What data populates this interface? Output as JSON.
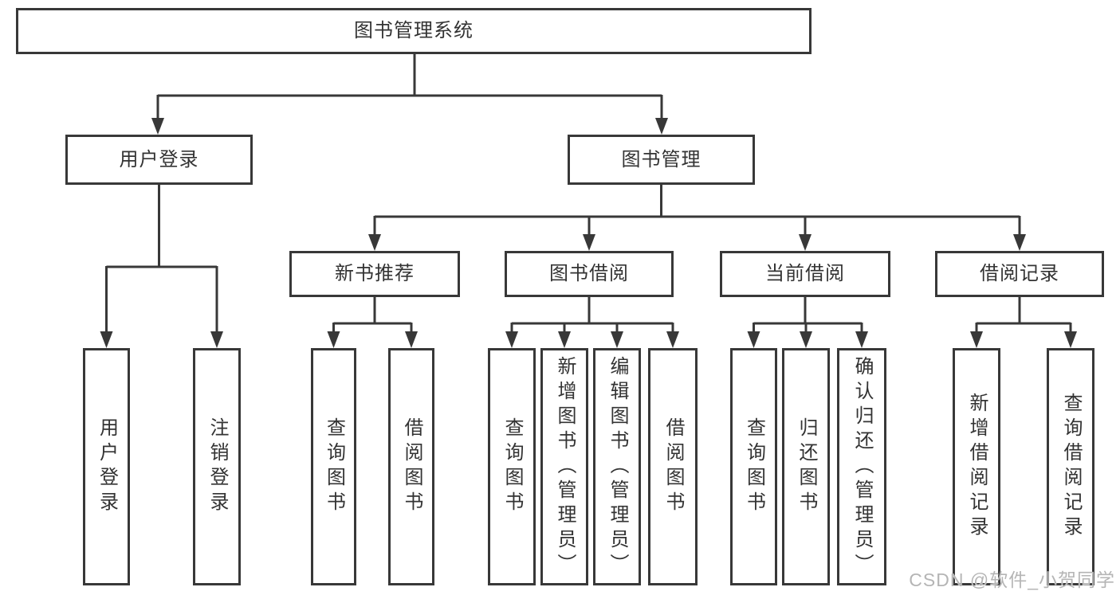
{
  "tree": {
    "label": "图书管理系统",
    "children": [
      {
        "label": "用户登录",
        "children": [
          {
            "label": "用户登录"
          },
          {
            "label": "注销登录"
          }
        ]
      },
      {
        "label": "图书管理",
        "children": [
          {
            "label": "新书推荐",
            "children": [
              {
                "label": "查询图书"
              },
              {
                "label": "借阅图书"
              }
            ]
          },
          {
            "label": "图书借阅",
            "children": [
              {
                "label": "查询图书"
              },
              {
                "label": "新增图书（管理员）"
              },
              {
                "label": "编辑图书（管理员）"
              },
              {
                "label": "借阅图书"
              }
            ]
          },
          {
            "label": "当前借阅",
            "children": [
              {
                "label": "查询图书"
              },
              {
                "label": "归还图书"
              },
              {
                "label": "确认归还（管理员）"
              }
            ]
          },
          {
            "label": "借阅记录",
            "children": [
              {
                "label": "新增借阅记录"
              },
              {
                "label": "查询借阅记录"
              }
            ]
          }
        ]
      }
    ]
  },
  "watermark": {
    "text": "CSDN @软件_小贺同学"
  },
  "colors": {
    "line": "#383838",
    "box_border": "#383838",
    "text": "#333333",
    "background": "#ffffff",
    "watermark": "#b5b5b5"
  }
}
